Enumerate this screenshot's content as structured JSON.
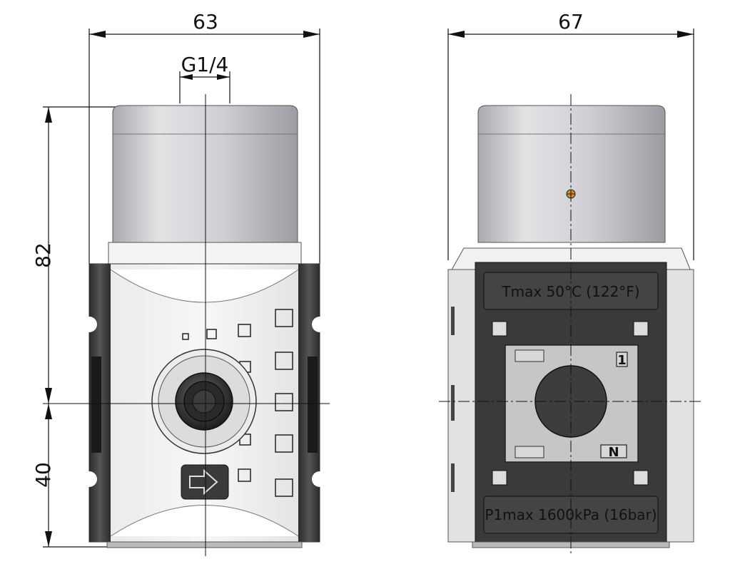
{
  "dimensions": {
    "left_width": "63",
    "thread": "G1/4",
    "height_total": "82",
    "height_lower": "40",
    "right_width": "67"
  },
  "labels": {
    "tmax": "Tmax 50°C (122°F)",
    "p1max": "P1max 1600kPa (16bar)",
    "port_number": "1",
    "port_letter": "N"
  },
  "colors": {
    "cap_light": "#e6e6e8",
    "cap_mid": "#b9b9bd",
    "body_light": "#f2f2f2",
    "body_dark": "#3a3a3a",
    "plate": "#c8c8c8"
  },
  "icons": {
    "arrow": "right-arrow-icon",
    "indicator": "pressure-indicator-icon"
  }
}
